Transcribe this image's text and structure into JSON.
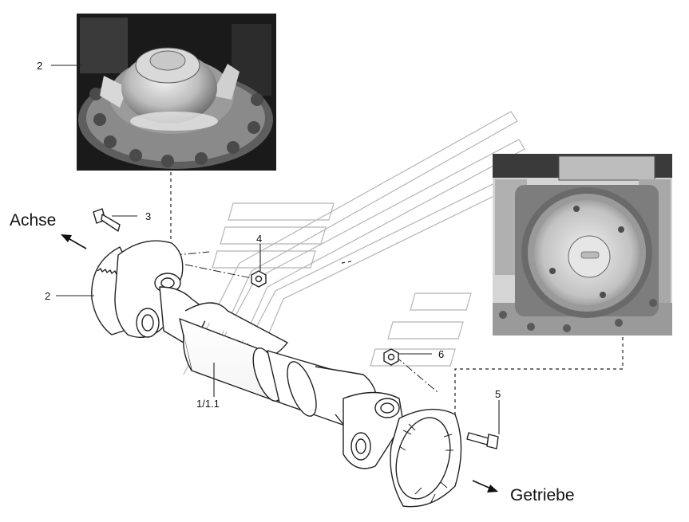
{
  "labels": {
    "axle": "Achse",
    "gearbox": "Getriebe",
    "shaft": "1/1.1",
    "flange_photo_1": "2",
    "flange": "2",
    "bolt_axle": "3",
    "nut_axle": "4",
    "bolt_gearbox": "5",
    "nut_gearbox": "6"
  },
  "colors": {
    "line": "#222222",
    "photo_dark": "#1a1a1a",
    "photo_mid": "#8a8a8a",
    "photo_light": "#e6e6e6",
    "watermark": "#b5b5b5"
  }
}
